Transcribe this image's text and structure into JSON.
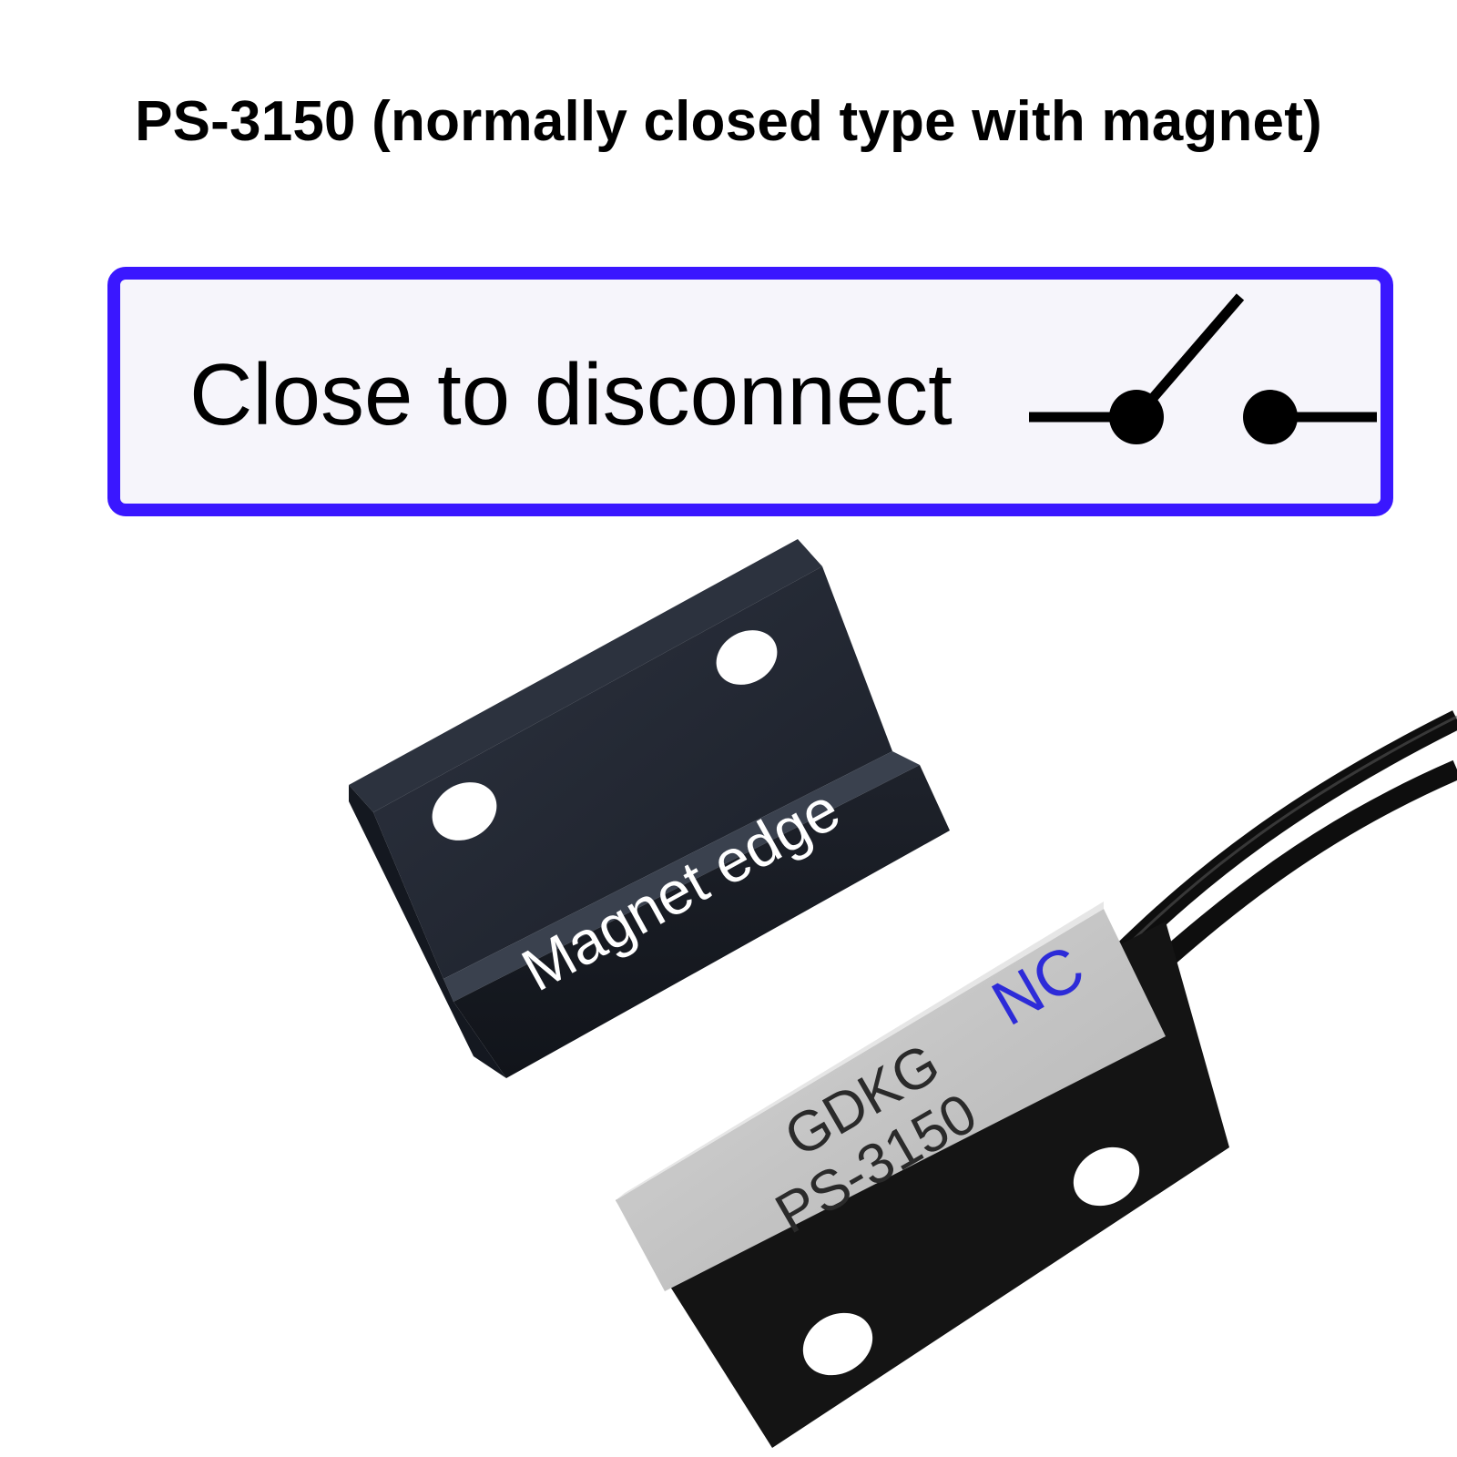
{
  "title": "PS-3150 (normally closed type with magnet)",
  "banner": {
    "text": "Close to disconnect",
    "border_color": "#3a17ff"
  },
  "magnet": {
    "label": "Magnet edge"
  },
  "sensor": {
    "brand": "GDKG",
    "model": "PS-3150",
    "type_label": "NC",
    "type_label_color": "#2d2bd8"
  },
  "icons": {
    "switch": "open-switch-symbol-icon",
    "wires": "cable-icon"
  }
}
